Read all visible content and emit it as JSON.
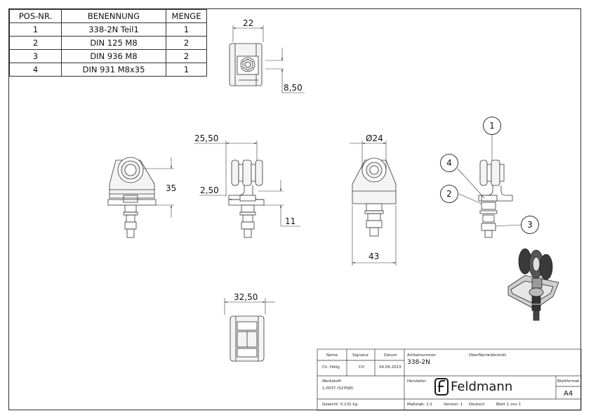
{
  "bom": {
    "headers": [
      "POS-NR.",
      "BENENNUNG",
      "MENGE"
    ],
    "rows": [
      [
        "1",
        "338-2N Teil1",
        "1"
      ],
      [
        "2",
        "DIN 125 M8",
        "2"
      ],
      [
        "3",
        "DIN 936 M8",
        "2"
      ],
      [
        "4",
        "DIN 931 M8x35",
        "1"
      ]
    ]
  },
  "dimensions": {
    "top_width": "22",
    "top_height": "8,50",
    "front_height": "35",
    "side_width": "25,50",
    "side_offset": "2,50",
    "side_height": "11",
    "rear_diameter": "Ø24",
    "rear_width": "43",
    "bottom_width": "32,50"
  },
  "balloons": [
    "1",
    "4",
    "2",
    "3"
  ],
  "title_block": {
    "name_label": "Name",
    "signature_label": "Signatur",
    "date_label": "Datum",
    "name_value": "Ch. Hölig",
    "signature_value": "CH",
    "date_value": "04.09.2023",
    "article_label": "Artikelnummer",
    "article_value": "338-2N",
    "surface_label": "Oberfläche:",
    "surface_value": "Verzinkt",
    "material_label": "Werkstoff:",
    "material_value": "1.0037 (S235JR)",
    "manufacturer_label": "Hersteller",
    "brand": "Feldmann",
    "brand_icon": "feldmann-f-logo",
    "format_label": "Blattformat",
    "format_value": "A4",
    "weight_text": "Gewicht: 0.131 kg",
    "scale_text": "Maßstab: 1:2",
    "version_text": "Version: 1",
    "language_text": "Deutsch",
    "sheet_text": "Blatt 1 von 1"
  },
  "colors": {
    "line": "#333333",
    "part_fill": "#f4f4f4",
    "brand": "#1a1a1a"
  }
}
